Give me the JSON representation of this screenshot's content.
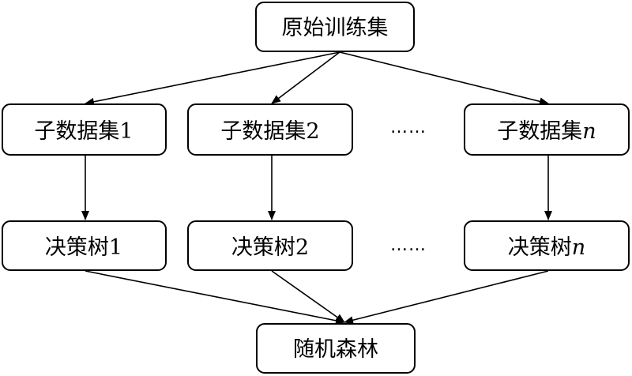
{
  "diagram": {
    "root": {
      "label": "原始训练集"
    },
    "subsets": [
      {
        "label": "子数据集",
        "suffix": "1",
        "suffix_italic": false
      },
      {
        "label": "子数据集",
        "suffix": "2",
        "suffix_italic": false
      },
      {
        "label": "子数据集",
        "suffix": "n",
        "suffix_italic": true
      }
    ],
    "trees": [
      {
        "label": "决策树",
        "suffix": "1",
        "suffix_italic": false
      },
      {
        "label": "决策树",
        "suffix": "2",
        "suffix_italic": false
      },
      {
        "label": "决策树",
        "suffix": "n",
        "suffix_italic": true
      }
    ],
    "ellipsis": "……",
    "result": {
      "label": "随机森林"
    }
  }
}
